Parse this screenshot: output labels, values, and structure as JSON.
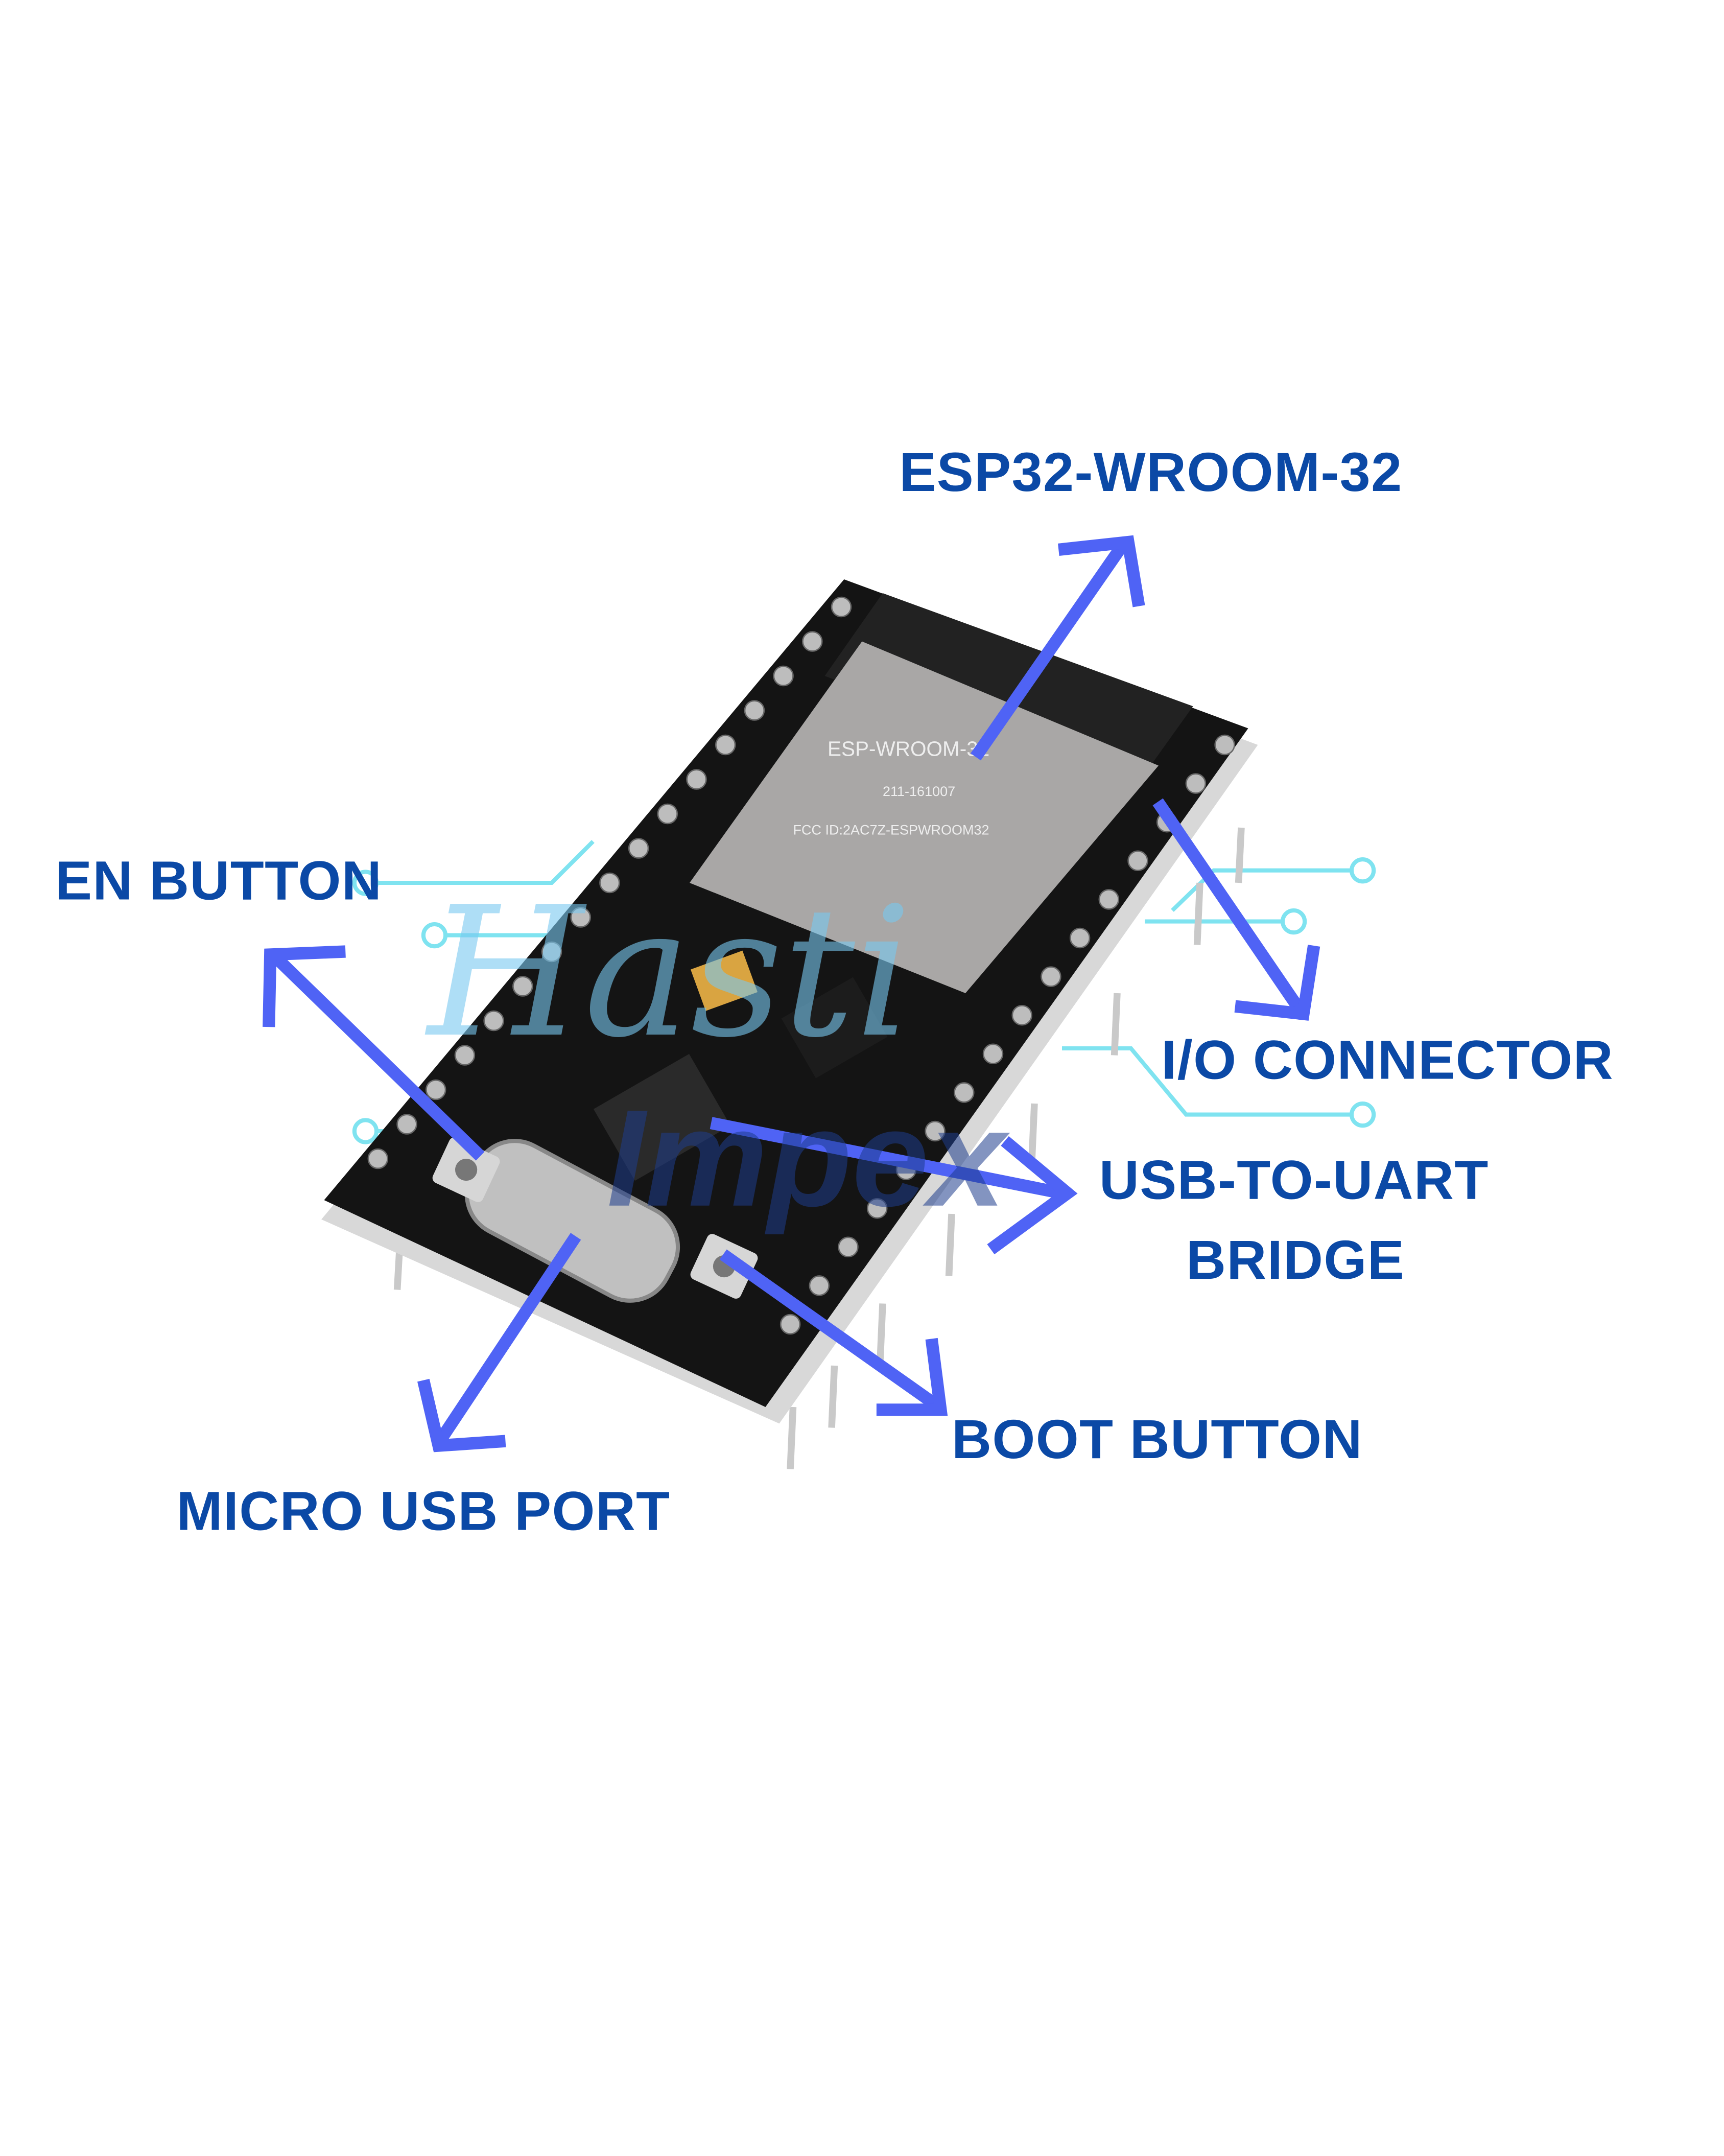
{
  "labels": {
    "module": "ESP32-WROOM-32",
    "en_button": "EN BUTTON",
    "io_connector": "I/O CONNECTOR",
    "uart_line1": "USB-TO-UART",
    "uart_line2": "BRIDGE",
    "boot_button": "BOOT BUTTON",
    "usb_port": "MICRO USB PORT"
  },
  "module_markings": {
    "name": "ESP-WROOM-32",
    "fcc": "FCC ID:2AC7Z-ESPWROOM32",
    "cert": "211-161007"
  },
  "watermark": {
    "line1": "Hasti",
    "line2": "Impex"
  },
  "colors": {
    "label": "#0b49a6",
    "arrow": "#4f63f5",
    "trace": "#7fe3f0",
    "board": "#141414",
    "module": "#a9a7a6"
  }
}
